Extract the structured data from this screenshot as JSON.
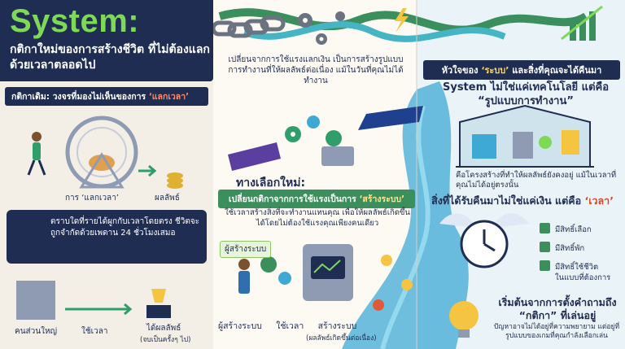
{
  "header": {
    "title": "System:",
    "subtitle": "กติกาใหม่ของการสร้างชีวิต ที่ไม่ต้องแลกด้วยเวลาตลอดไป"
  },
  "old_rule": {
    "banner_prefix": "กติกาเดิม: วงจรที่มองไม่เห็นของการ",
    "banner_highlight": "‘แลกเวลา’",
    "label_trade": "การ ‘แลกเวลา’",
    "label_result": "ผลลัพธ์",
    "lock_text": "ตราบใดที่รายได้ผูกกับเวลาโดยตรง ชีวิตจะถูกจำกัดด้วยเพดาน 24 ชั่วโมงเสมอ",
    "label_majority": "คนส่วนใหญ่",
    "label_use_time": "ใช้เวลา",
    "label_get_result": "ได้ผลลัพธ์",
    "label_one_time": "(จบเป็นครั้งๆ ไป)"
  },
  "center": {
    "intro_text": "เปลี่ยนจากการใช้แรงแลกเงิน เป็นการสร้างรูปแบบการทำงานที่ให้ผลลัพธ์ต่อเนื่อง แม้ในวันที่คุณไม่ได้ทำงาน",
    "new_choice_title": "ทางเลือกใหม่:",
    "banner_prefix": "เปลี่ยนกติกาจากการใช้แรงเป็นการ",
    "banner_highlight": "‘สร้างระบบ’",
    "desc_text": "ใช้เวลาสร้างสิ่งที่จะทำงานแทนคุณ เพื่อให้ผลลัพธ์เกิดขึ้นได้โดยไม่ต้องใช้แรงคุณเพียงคนเดียว",
    "tag_builder": "ผู้สร้างระบบ",
    "label_builder": "ผู้สร้างระบบ",
    "label_use_time": "ใช้เวลา",
    "label_build_system": "สร้างระบบ",
    "label_continuous": "(ผลลัพธ์เกิดขึ้นต่อเนื่อง)"
  },
  "right": {
    "banner_prefix": "หัวใจของ",
    "banner_highlight": "‘ระบบ’",
    "banner_suffix": "และสิ่งที่คุณจะได้คืนมา",
    "system_title": "System ไม่ใช่แค่เทคโนโลยี แต่คือ “รูปแบบการทำงาน”",
    "system_caption": "คือโครงสร้างที่ทำให้ผลลัพธ์ยังคงอยู่ แม้ในเวลาที่คุณไม่ได้อยู่ตรงนั้น",
    "return_prefix": "สิ่งที่ได้รับคืนมาไม่ใช่แค่เงิน แต่คือ",
    "return_highlight": "‘เวลา’",
    "items": [
      "มีสิทธิ์เลือก",
      "มีสิทธิ์พัก",
      "มีสิทธิ์ใช้ชีวิต",
      "ในแบบที่ต้องการ"
    ],
    "start_title": "เริ่มต้นจากการตั้งคำถามถึง “กติกา” ที่เล่นอยู่",
    "start_caption": "ปัญหาอาจไม่ได้อยู่ที่ความพยายาม แต่อยู่ที่รูปแบบของเกมที่คุณกำลังเลือกเล่น"
  },
  "colors": {
    "navy": "#1f2d52",
    "green": "#7ed957",
    "accent_orange": "#ff8a65",
    "river_blue": "#3fa9d6"
  }
}
